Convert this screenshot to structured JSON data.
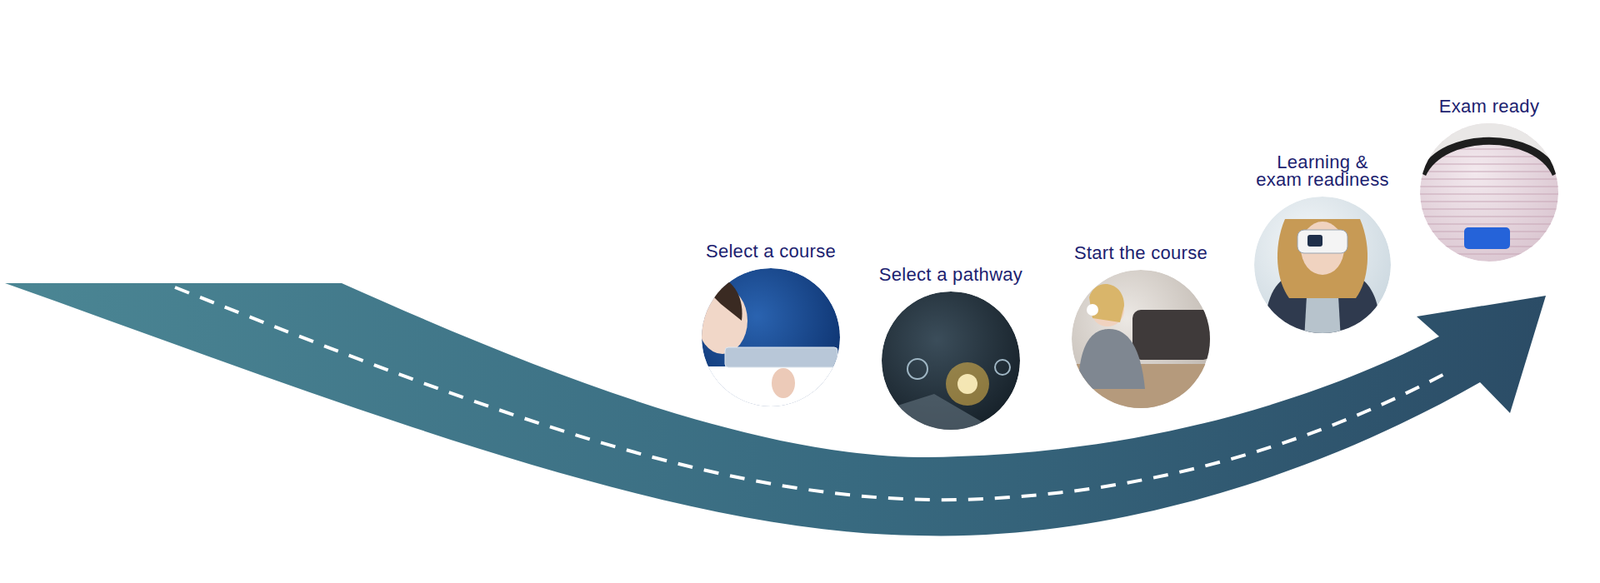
{
  "diagram": {
    "nodes": [
      {
        "text": [
          "Select a course"
        ]
      },
      {
        "text": [
          "Select a pathway"
        ]
      },
      {
        "text": [
          "Start the course"
        ]
      },
      {
        "text": [
          "Learning & exam readiness"
        ]
      },
      {
        "text": [
          "Exam ready"
        ]
      }
    ]
  }
}
